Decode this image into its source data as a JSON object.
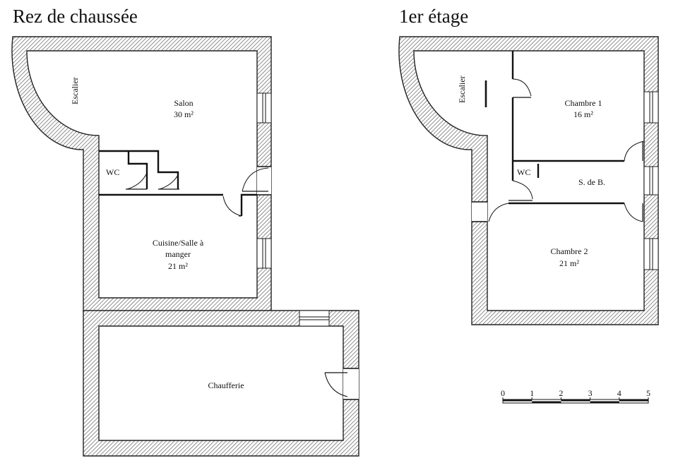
{
  "titles": {
    "ground_floor": "Rez de chaussée",
    "first_floor": "1er étage"
  },
  "ground_floor": {
    "stair": "Escalier",
    "salon_name": "Salon",
    "salon_area": "30 m²",
    "wc": "WC",
    "kitchen_line1": "Cuisine/Salle à",
    "kitchen_line2": "manger",
    "kitchen_area": "21 m²",
    "boiler_room": "Chaufferie"
  },
  "first_floor": {
    "stair": "Escalier",
    "bedroom1_name": "Chambre 1",
    "bedroom1_area": "16 m²",
    "wc": "WC",
    "bathroom": "S. de B.",
    "bedroom2_name": "Chambre 2",
    "bedroom2_area": "21 m²"
  },
  "scale_bar": {
    "ticks": [
      "0",
      "1",
      "2",
      "3",
      "4",
      "5"
    ]
  }
}
